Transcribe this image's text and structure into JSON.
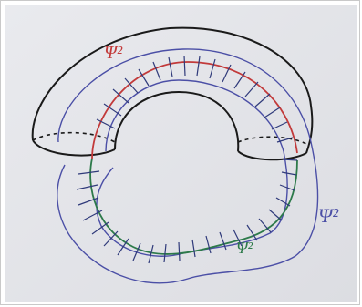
{
  "diagram": {
    "labels": {
      "red_psi": "Ψ²",
      "blue_psi": "Ψ²",
      "green_psi": "Ψ²"
    },
    "colors": {
      "background": "#e6e7eb",
      "outline": "#1a1a1a",
      "red": "#c23a3a",
      "blue": "#4b4fa6",
      "green": "#2d7a4a",
      "hatch": "#2f3a7a"
    }
  }
}
